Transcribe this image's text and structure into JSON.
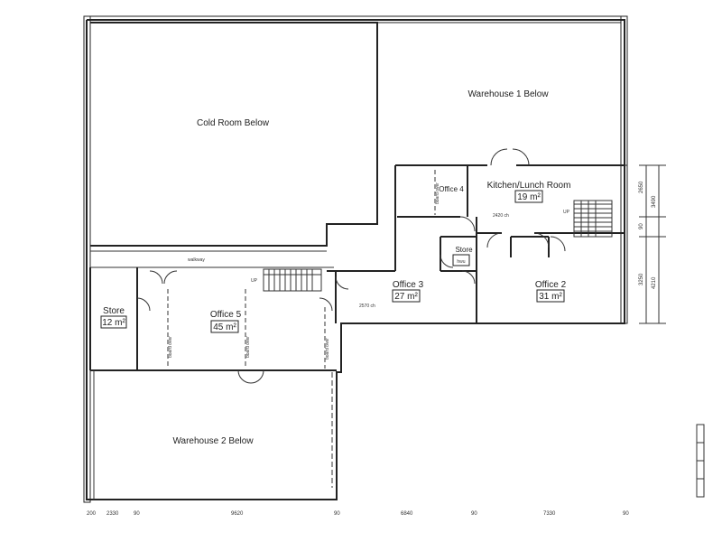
{
  "rooms": {
    "cold_room": "Cold Room Below",
    "warehouse1": "Warehouse 1 Below",
    "warehouse2": "Warehouse 2 Below",
    "kitchen": "Kitchen/Lunch Room",
    "kitchen_area": "19 m²",
    "office4": "Office 4",
    "office3": "Office 3",
    "office3_area": "27 m²",
    "office2": "Office 2",
    "office2_area": "31 m²",
    "office5": "Office 5",
    "office5_area": "45 m²",
    "store_left": "Store",
    "store_left_area": "12 m²",
    "store_small": "Store",
    "store_badge": "hwu"
  },
  "notes": {
    "walkway": "walkway",
    "ch_2420": "2420 ch",
    "ch_2570": "2570 ch",
    "board_1": "board over",
    "board_2": "board over",
    "board_3": "board over",
    "board_4": "board over",
    "up_left": "UP",
    "up_right": "UP"
  },
  "dims_bottom": [
    "200",
    "2330",
    "90",
    "9620",
    "90",
    "6840",
    "90",
    "7330",
    "90"
  ],
  "dims_right": [
    "2650",
    "3490",
    "90",
    "3250",
    "4210"
  ]
}
